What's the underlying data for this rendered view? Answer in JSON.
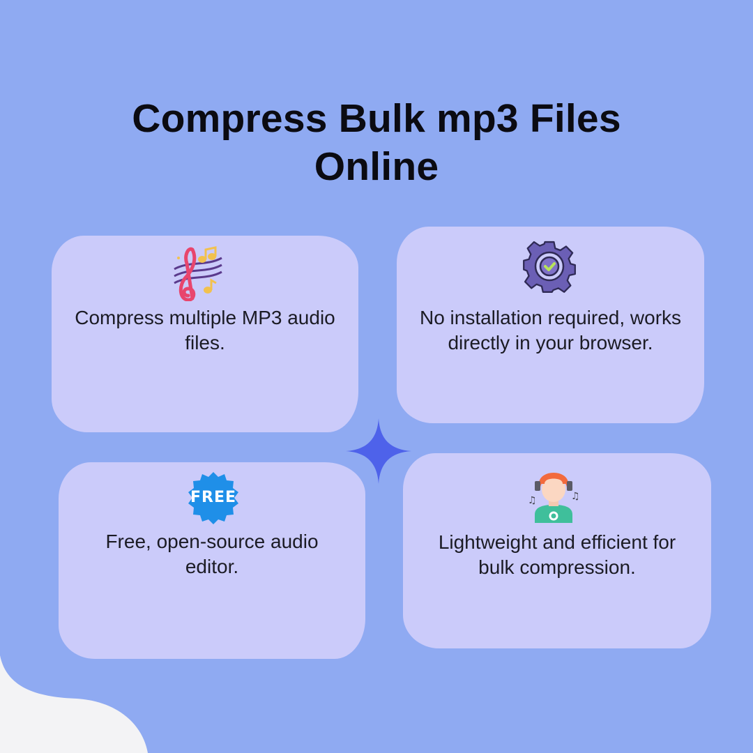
{
  "title": {
    "line1": "Compress Bulk mp3 Files",
    "line2": "Online"
  },
  "cards": [
    {
      "icon": "music-notes-icon",
      "text": "Compress multiple MP3 audio files."
    },
    {
      "icon": "gear-check-icon",
      "text": "No installation required, works directly in your browser."
    },
    {
      "icon": "free-badge-icon",
      "badge_text": "FREE",
      "text": "Free, open-source audio editor."
    },
    {
      "icon": "headphones-person-icon",
      "text": "Lightweight and efficient for bulk compression."
    }
  ],
  "colors": {
    "background": "#8faaf2",
    "card": "#cbcbfa",
    "corner": "#f3f3f5",
    "sparkle": "#4e62ea",
    "title": "#0b0b12"
  }
}
